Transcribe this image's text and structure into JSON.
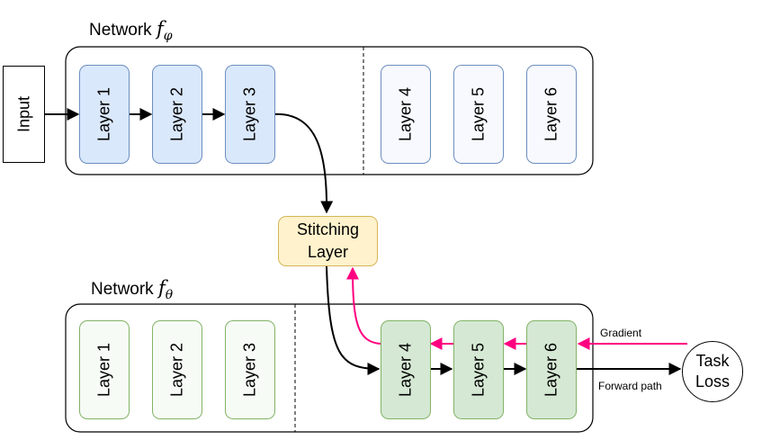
{
  "input_label": "Input",
  "network_top": {
    "prefix": "Network ",
    "symbol": "f",
    "subscript": "φ"
  },
  "network_bottom": {
    "prefix": "Network ",
    "symbol": "f",
    "subscript": "θ"
  },
  "top_layers": [
    "Layer 1",
    "Layer 2",
    "Layer 3",
    "Layer 4",
    "Layer 5",
    "Layer 6"
  ],
  "bottom_layers": [
    "Layer 1",
    "Layer 2",
    "Layer 3",
    "Layer 4",
    "Layer 5",
    "Layer 6"
  ],
  "stitching_layer": {
    "line1": "Stitching",
    "line2": "Layer"
  },
  "task_loss": {
    "line1": "Task",
    "line2": "Loss"
  },
  "gradient_label": "Gradient",
  "forward_label": "Forward path",
  "colors": {
    "top_active_fill": "#dae8fc",
    "top_active_stroke": "#6c8ebf",
    "top_inactive_fill": "#f8f9fe",
    "top_inactive_stroke": "#6c8ebf",
    "bottom_active_fill": "#d5e8d4",
    "bottom_active_stroke": "#82b366",
    "bottom_inactive_fill": "#f7fbf6",
    "bottom_inactive_stroke": "#82b366",
    "stitch_fill": "#fff2cc",
    "stitch_stroke": "#d6b656",
    "gradient": "#ff0080"
  }
}
